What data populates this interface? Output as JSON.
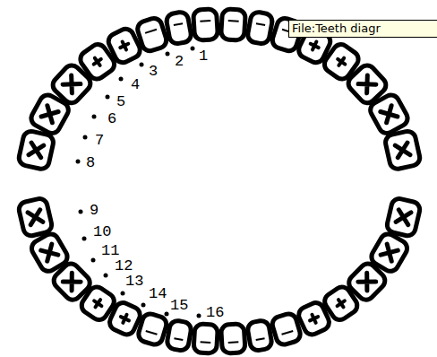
{
  "diagram": {
    "labels": [
      "File:Teeth diagr",
      "1",
      "2",
      "3",
      "4",
      "5",
      "6",
      "7",
      "8",
      "9",
      "10",
      "11",
      "12",
      "13",
      "14",
      "15",
      "16"
    ]
  }
}
